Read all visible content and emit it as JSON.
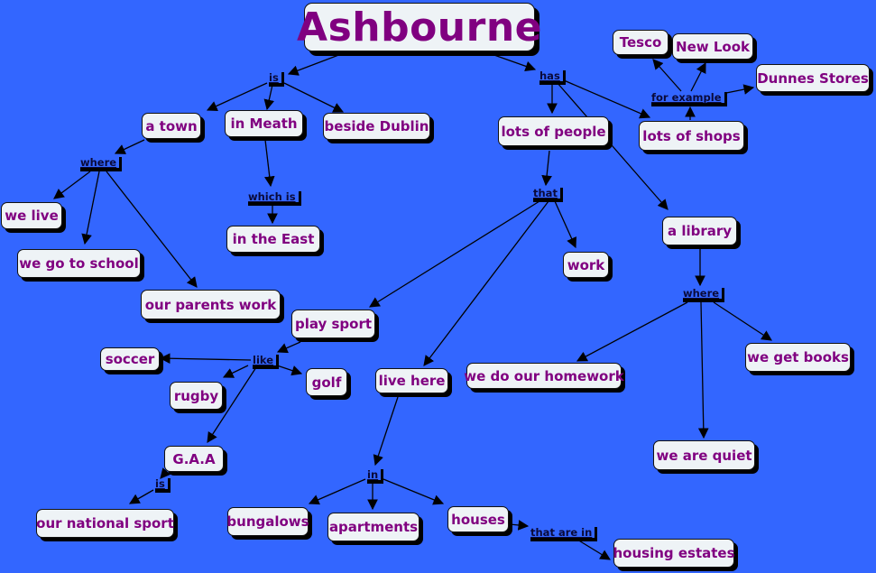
{
  "theme": {
    "background": "#3366ff",
    "node_fill": "#eef3f6",
    "node_text": "#800080",
    "link_color": "#000000",
    "label_text": "#0a0a3a"
  },
  "title": "Ashbourne",
  "nodes": {
    "ashbourne": "Ashbourne",
    "a_town": "a town",
    "in_meath": "in Meath",
    "beside_dublin": "beside Dublin",
    "we_live": "we live",
    "we_go_to_school": "we go to school",
    "our_parents_work": "our parents work",
    "in_the_east": "in the East",
    "lots_of_people": "lots of people",
    "lots_of_shops": "lots of shops",
    "tesco": "Tesco",
    "new_look": "New Look",
    "dunnes_stores": "Dunnes Stores",
    "work": "work",
    "a_library": "a library",
    "play_sport": "play sport",
    "soccer": "soccer",
    "rugby": "rugby",
    "golf": "golf",
    "gaa": "G.A.A",
    "our_national_sport": "our national sport",
    "live_here": "live here",
    "we_do_our_homework": "we do our homework",
    "we_get_books": "we get books",
    "we_are_quiet": "we are quiet",
    "bungalows": "bungalows",
    "apartments": "apartments",
    "houses": "houses",
    "housing_estates": "housing estates"
  },
  "link_labels": {
    "is_top": "is",
    "has": "has",
    "where_town": "where",
    "which_is": "which is",
    "for_example": "for example",
    "that": "that",
    "where_library": "where",
    "like": "like",
    "is_gaa": "is",
    "in": "in",
    "that_are_in": "that are in"
  },
  "edges": [
    [
      "ashbourne",
      "is"
    ],
    [
      "is",
      "a town"
    ],
    [
      "is",
      "in Meath"
    ],
    [
      "is",
      "beside Dublin"
    ],
    [
      "a town",
      "where"
    ],
    [
      "where",
      "we live"
    ],
    [
      "where",
      "we go to school"
    ],
    [
      "where",
      "our parents work"
    ],
    [
      "in Meath",
      "which is"
    ],
    [
      "which is",
      "in the East"
    ],
    [
      "ashbourne",
      "has"
    ],
    [
      "has",
      "lots of people"
    ],
    [
      "has",
      "lots of shops"
    ],
    [
      "has",
      "a library"
    ],
    [
      "lots of shops",
      "for example"
    ],
    [
      "for example",
      "Tesco"
    ],
    [
      "for example",
      "New Look"
    ],
    [
      "for example",
      "Dunnes Stores"
    ],
    [
      "lots of people",
      "that"
    ],
    [
      "that",
      "work"
    ],
    [
      "that",
      "play sport"
    ],
    [
      "that",
      "live here"
    ],
    [
      "a library",
      "where"
    ],
    [
      "where",
      "we do our homework"
    ],
    [
      "where",
      "we get books"
    ],
    [
      "where",
      "we are quiet"
    ],
    [
      "play sport",
      "like"
    ],
    [
      "like",
      "soccer"
    ],
    [
      "like",
      "rugby"
    ],
    [
      "like",
      "golf"
    ],
    [
      "like",
      "G.A.A"
    ],
    [
      "G.A.A",
      "is"
    ],
    [
      "is",
      "our national sport"
    ],
    [
      "live here",
      "in"
    ],
    [
      "in",
      "bungalows"
    ],
    [
      "in",
      "apartments"
    ],
    [
      "in",
      "houses"
    ],
    [
      "houses",
      "that are in"
    ],
    [
      "that are in",
      "housing estates"
    ]
  ]
}
